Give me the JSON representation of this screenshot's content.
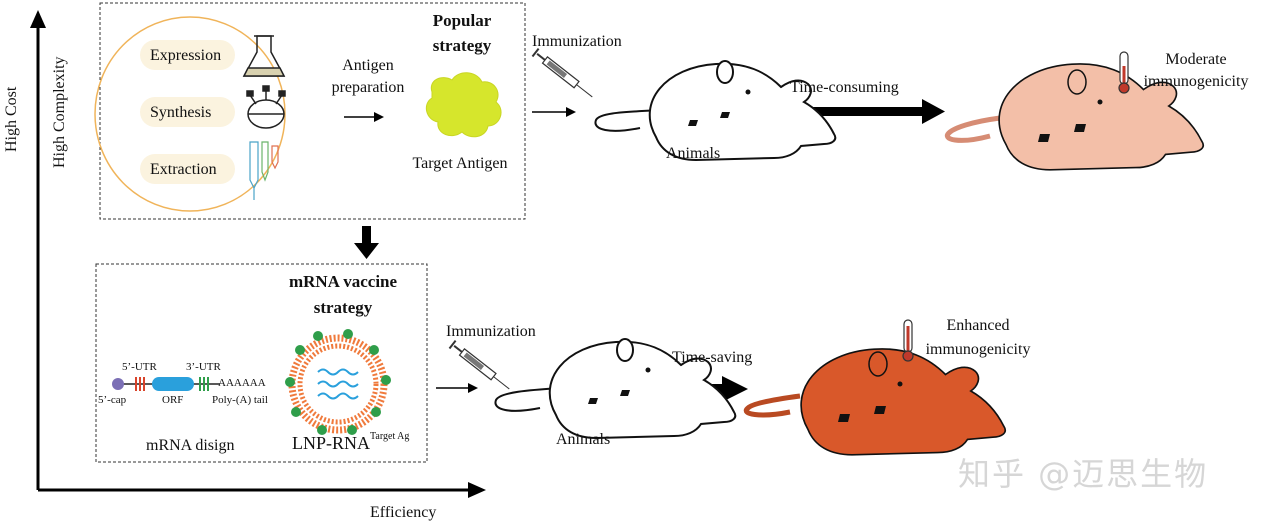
{
  "axes": {
    "y_label_cost": "High Cost",
    "y_label_complexity": "High Complexity",
    "x_label": "Efficiency"
  },
  "popular": {
    "title_line1": "Popular",
    "title_line2": "strategy",
    "methods": [
      "Expression",
      "Synthesis",
      "Extraction"
    ],
    "antigen_prep_line1": "Antigen",
    "antigen_prep_line2": "preparation",
    "target_antigen": "Target Antigen",
    "immunization": "Immunization",
    "animals": "Animals",
    "time_label": "Time-consuming",
    "outcome_line1": "Moderate",
    "outcome_line2": "immunogenicity"
  },
  "mrna": {
    "title_line1": "mRNA vaccine",
    "title_line2": "strategy",
    "utr5": "5’-UTR",
    "utr3": "3’-UTR",
    "polyA": "AAAAAA",
    "cap": "5’-cap",
    "orf": "ORF",
    "tail": "Poly-(A) tail",
    "design_label": "mRNA disign",
    "lnp_label": "LNP-RNA",
    "lnp_superscript": "Target Ag",
    "immunization": "Immunization",
    "animals": "Animals",
    "time_label": "Time-saving",
    "outcome_line1": "Enhanced",
    "outcome_line2": "immunogenicity"
  },
  "watermark": "知乎 @迈思生物",
  "colors": {
    "mouse_moderate": "#f3bfa8",
    "mouse_enhanced": "#d9582a",
    "antigen_blob": "#d6e62c",
    "circle_outline": "#f0b45a",
    "lnp_outer": "#f07a3c",
    "lnp_green": "#2f9e4a",
    "rna_blue": "#2aa0dc",
    "cap_purple": "#7b6fb5"
  }
}
